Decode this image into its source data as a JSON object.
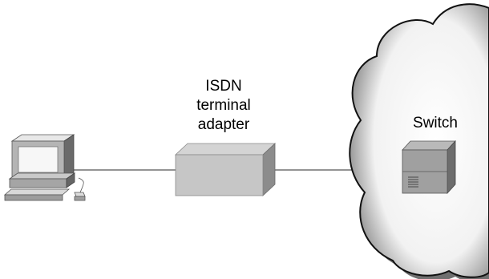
{
  "adapter": {
    "label_lines": [
      "ISDN",
      "terminal",
      "adapter"
    ]
  },
  "switch": {
    "label": "Switch"
  },
  "icons": {
    "computer": "computer-icon",
    "adapter": "terminal-adapter-icon",
    "switch": "isdn-switch-icon",
    "network": "cloud-icon"
  }
}
